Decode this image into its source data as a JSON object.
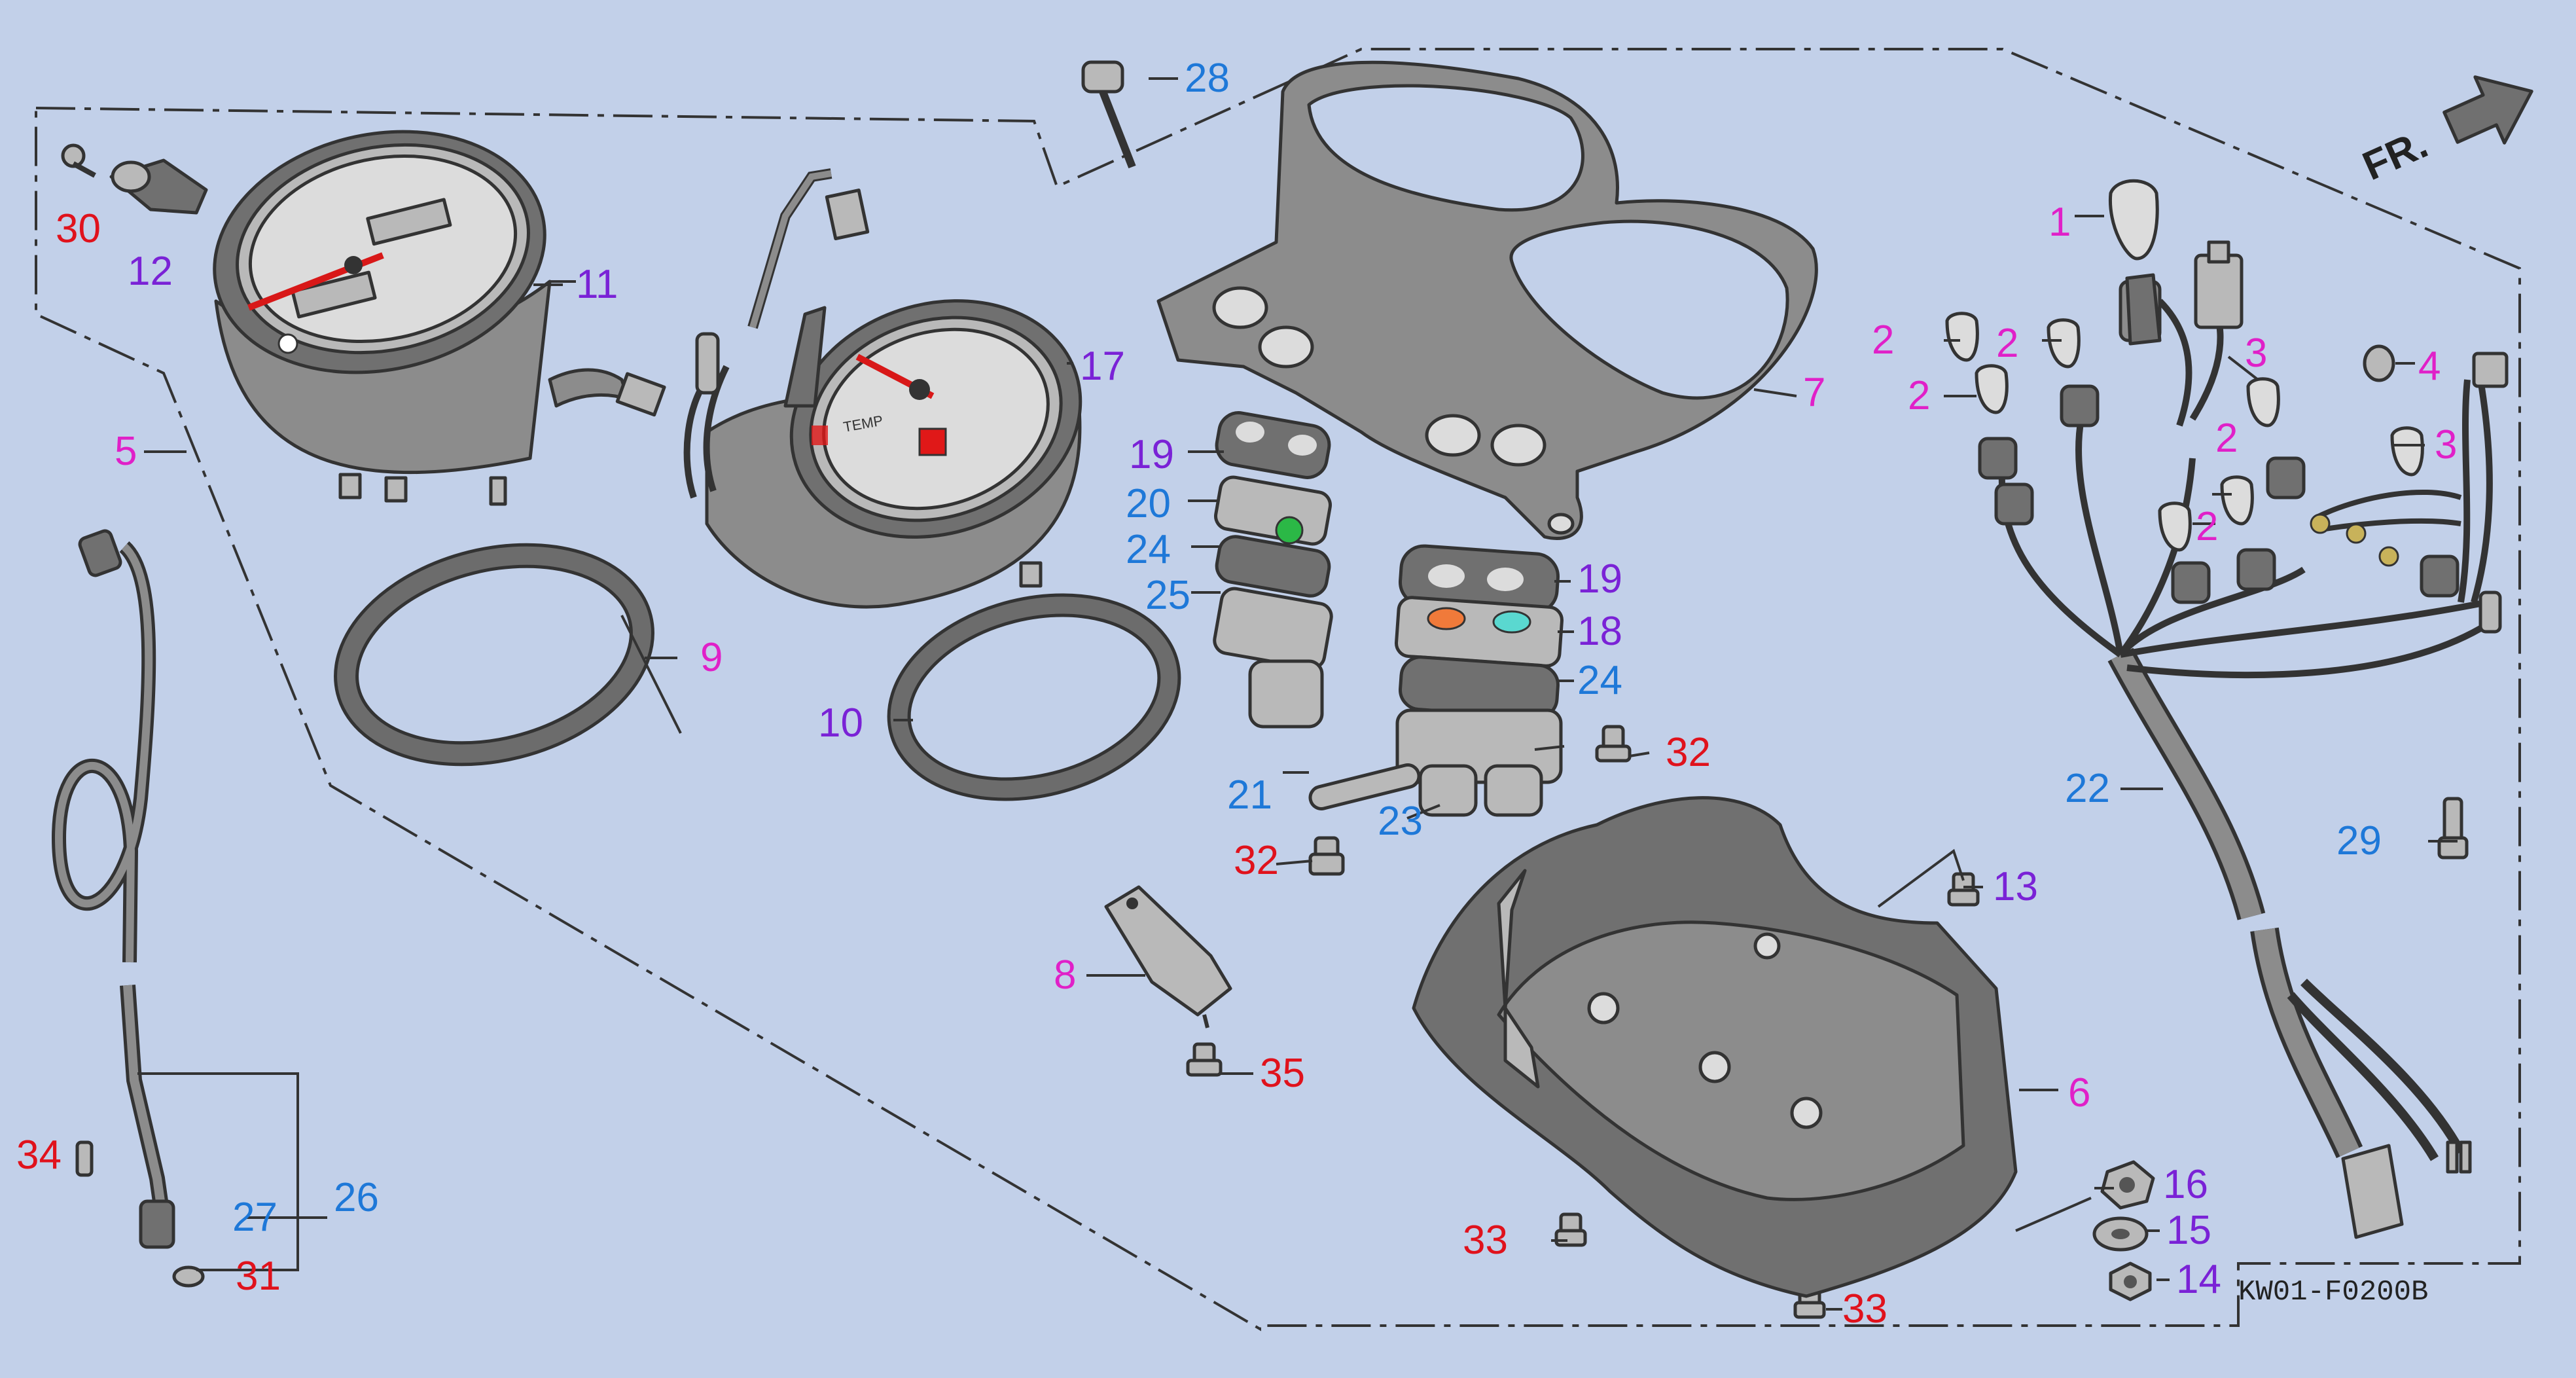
{
  "diagram_code": "KW01-F0200B",
  "front_indicator": "FR.",
  "colors": {
    "background": "#c2d0e9",
    "part_fill": "#8c8c8c",
    "outline": "#333333",
    "label_magenta": "#e020c8",
    "label_blue": "#1e78d8",
    "label_purple": "#7a22d6",
    "label_red": "#e0121c"
  },
  "callouts": [
    {
      "text": "1",
      "color": "magenta"
    },
    {
      "text": "2",
      "color": "magenta"
    },
    {
      "text": "2",
      "color": "magenta"
    },
    {
      "text": "2",
      "color": "magenta"
    },
    {
      "text": "2",
      "color": "magenta"
    },
    {
      "text": "2",
      "color": "magenta"
    },
    {
      "text": "3",
      "color": "magenta"
    },
    {
      "text": "3",
      "color": "magenta"
    },
    {
      "text": "4",
      "color": "magenta"
    },
    {
      "text": "5",
      "color": "magenta"
    },
    {
      "text": "6",
      "color": "magenta"
    },
    {
      "text": "7",
      "color": "magenta"
    },
    {
      "text": "8",
      "color": "magenta"
    },
    {
      "text": "9",
      "color": "magenta"
    },
    {
      "text": "10",
      "color": "purple"
    },
    {
      "text": "11",
      "color": "purple"
    },
    {
      "text": "12",
      "color": "purple"
    },
    {
      "text": "13",
      "color": "purple"
    },
    {
      "text": "14",
      "color": "purple"
    },
    {
      "text": "15",
      "color": "purple"
    },
    {
      "text": "16",
      "color": "purple"
    },
    {
      "text": "17",
      "color": "purple"
    },
    {
      "text": "18",
      "color": "purple"
    },
    {
      "text": "19",
      "color": "purple"
    },
    {
      "text": "19",
      "color": "purple"
    },
    {
      "text": "20",
      "color": "blue"
    },
    {
      "text": "21",
      "color": "blue"
    },
    {
      "text": "22",
      "color": "blue"
    },
    {
      "text": "23",
      "color": "blue"
    },
    {
      "text": "24",
      "color": "blue"
    },
    {
      "text": "24",
      "color": "blue"
    },
    {
      "text": "25",
      "color": "blue"
    },
    {
      "text": "26",
      "color": "blue"
    },
    {
      "text": "27",
      "color": "blue"
    },
    {
      "text": "28",
      "color": "blue"
    },
    {
      "text": "29",
      "color": "blue"
    },
    {
      "text": "30",
      "color": "red"
    },
    {
      "text": "31",
      "color": "red"
    },
    {
      "text": "32",
      "color": "red"
    },
    {
      "text": "32",
      "color": "red"
    },
    {
      "text": "33",
      "color": "red"
    },
    {
      "text": "33",
      "color": "red"
    },
    {
      "text": "34",
      "color": "red"
    },
    {
      "text": "35",
      "color": "red"
    }
  ],
  "gauge_text": {
    "temp_label": "TEMP"
  }
}
